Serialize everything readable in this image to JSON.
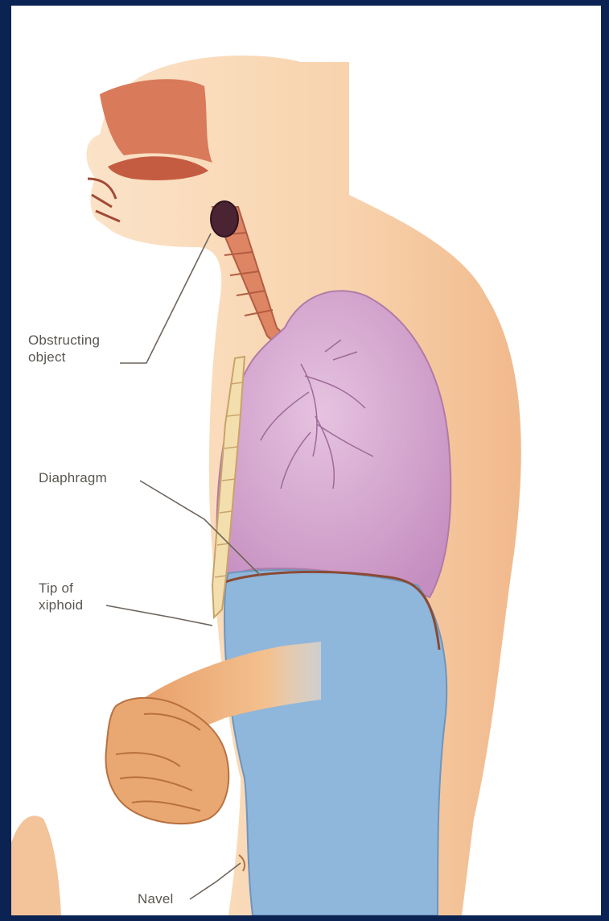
{
  "labels": {
    "obstructing_line1": "Obstructing",
    "obstructing_line2": "object",
    "diaphragm": "Diaphragm",
    "xiphoid_line1": "Tip of",
    "xiphoid_line2": "xiphoid",
    "navel": "Navel"
  },
  "colors": {
    "frame": "#0a2352",
    "skin": "#f6cfa6",
    "lung": "#cf9cc8",
    "stomach": "#8fb6db",
    "airway": "#d9765a",
    "object": "#4a2433"
  }
}
